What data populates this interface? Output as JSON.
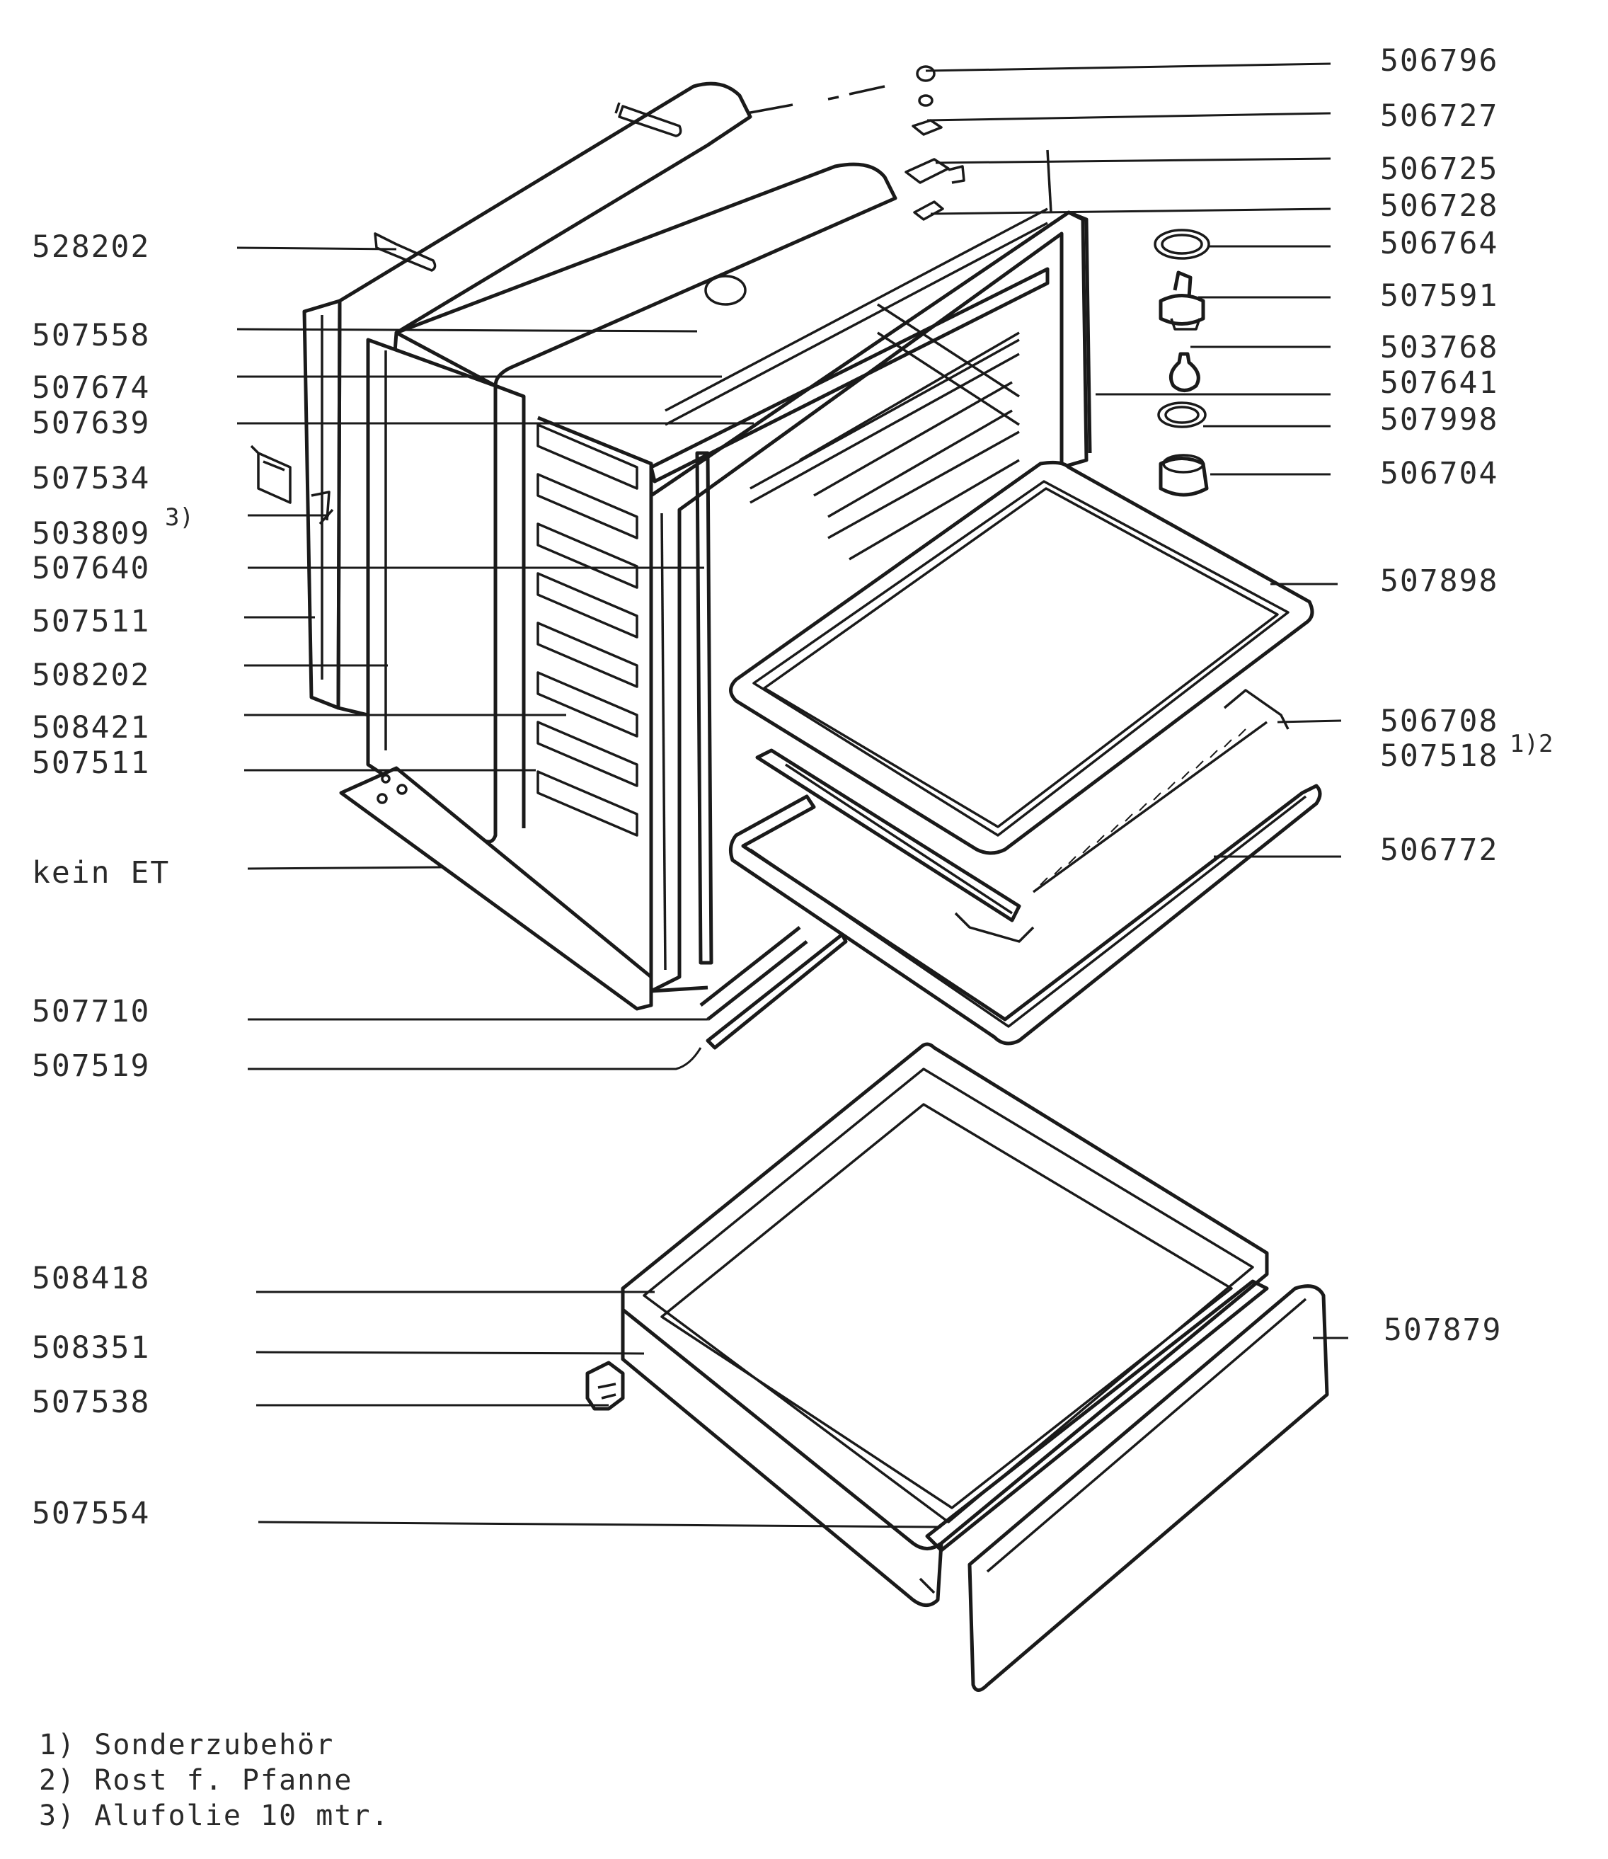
{
  "labels_left": [
    {
      "id": "l-528202",
      "text": "528202"
    },
    {
      "id": "l-507558",
      "text": "507558"
    },
    {
      "id": "l-507674",
      "text": "507674"
    },
    {
      "id": "l-507639",
      "text": "507639"
    },
    {
      "id": "l-507534",
      "text": "507534"
    },
    {
      "id": "l-503809",
      "text": "503809"
    },
    {
      "id": "l-507640",
      "text": "507640"
    },
    {
      "id": "l-507511a",
      "text": "507511"
    },
    {
      "id": "l-508202",
      "text": "508202"
    },
    {
      "id": "l-508421",
      "text": "508421"
    },
    {
      "id": "l-507511b",
      "text": "507511"
    },
    {
      "id": "l-keinet",
      "text": "kein ET"
    },
    {
      "id": "l-507710",
      "text": "507710"
    },
    {
      "id": "l-507519",
      "text": "507519"
    },
    {
      "id": "l-508418",
      "text": "508418"
    },
    {
      "id": "l-508351",
      "text": "508351"
    },
    {
      "id": "l-507538",
      "text": "507538"
    },
    {
      "id": "l-507554",
      "text": "507554"
    }
  ],
  "labels_right": [
    {
      "id": "r-506796",
      "text": "506796"
    },
    {
      "id": "r-506727",
      "text": "506727"
    },
    {
      "id": "r-506725",
      "text": "506725"
    },
    {
      "id": "r-506728",
      "text": "506728"
    },
    {
      "id": "r-506764",
      "text": "506764"
    },
    {
      "id": "r-507591",
      "text": "507591"
    },
    {
      "id": "r-503768",
      "text": "503768"
    },
    {
      "id": "r-507641",
      "text": "507641"
    },
    {
      "id": "r-507998",
      "text": "507998"
    },
    {
      "id": "r-506704",
      "text": "506704"
    },
    {
      "id": "r-507898",
      "text": "507898"
    },
    {
      "id": "r-506708",
      "text": "506708"
    },
    {
      "id": "r-507518",
      "text": "507518"
    },
    {
      "id": "r-506772",
      "text": "506772"
    },
    {
      "id": "r-507879",
      "text": "507879"
    }
  ],
  "superscripts": {
    "s1": "3)",
    "s2": "1)2"
  },
  "footnotes": [
    "1) Sonderzubehör",
    "2) Rost f. Pfanne",
    "3) Alufolie 10 mtr."
  ]
}
